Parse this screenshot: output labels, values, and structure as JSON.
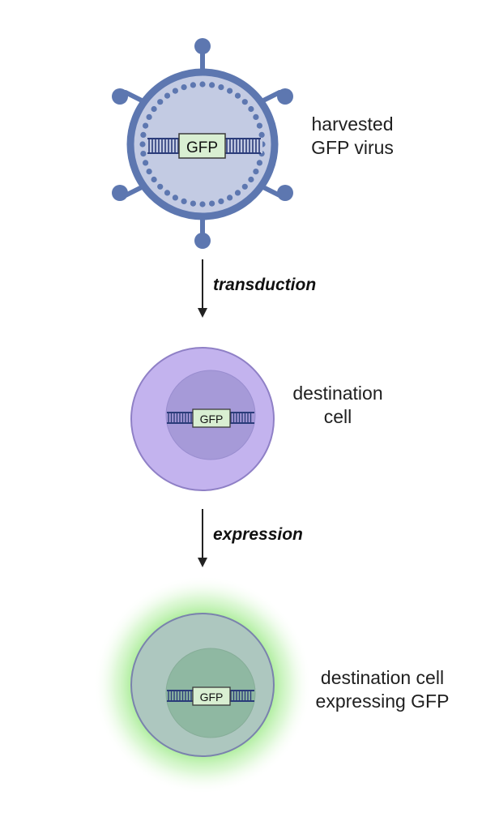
{
  "virus": {
    "label_line1": "harvested",
    "label_line2": "GFP virus",
    "gene": "GFP"
  },
  "step1": {
    "label": "transduction"
  },
  "cell": {
    "label_line1": "destination",
    "label_line2": "cell",
    "gene": "GFP"
  },
  "step2": {
    "label": "expression"
  },
  "glowing_cell": {
    "label_line1": "destination cell",
    "label_line2": "expressing GFP",
    "gene": "GFP"
  },
  "colors": {
    "virus_ring": "#5d77b0",
    "virus_fill": "#c3cbe3",
    "cell_fill": "#c3b3ee",
    "cell_nucleus": "#a69ad8",
    "gfp_box": "#d9efd2",
    "gfp_glow": "#7de06a",
    "dna": "#2b3c7a"
  }
}
